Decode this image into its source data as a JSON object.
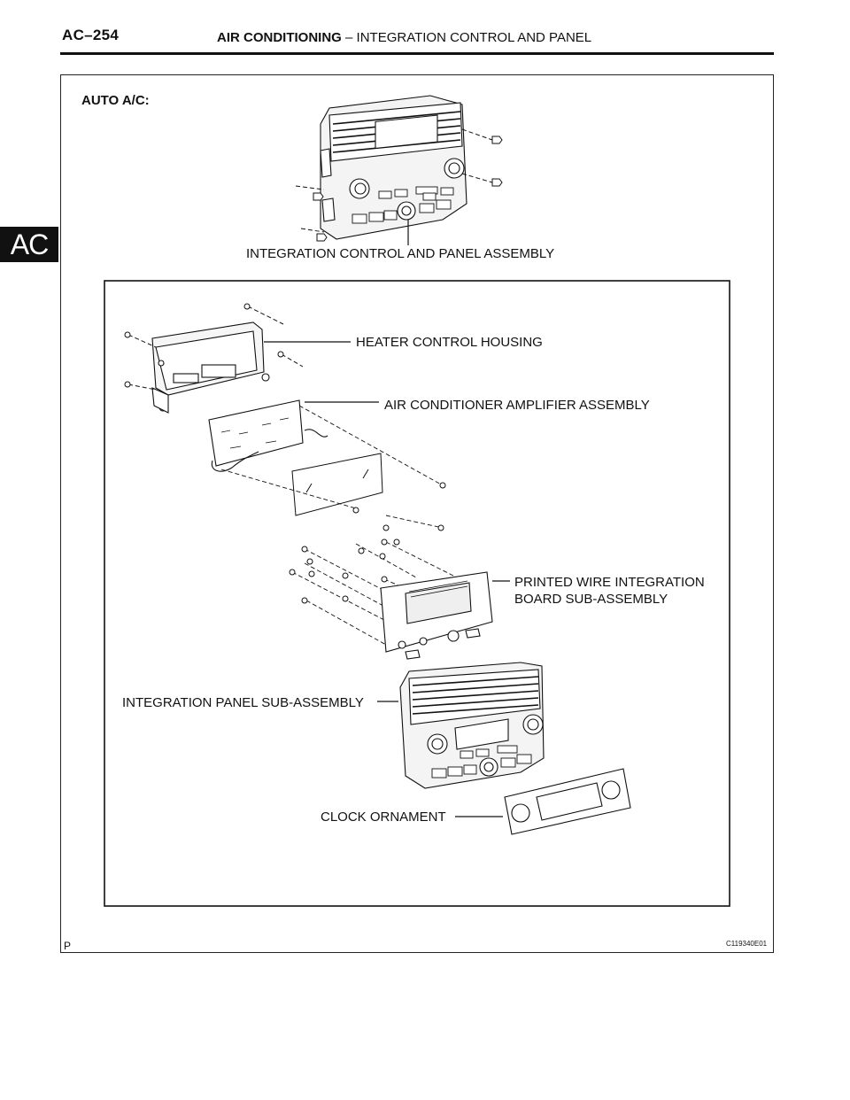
{
  "header": {
    "page_number": "AC–254",
    "section": "AIR CONDITIONING",
    "separator": "–",
    "subsection": "INTEGRATION CONTROL AND PANEL"
  },
  "side_tab": {
    "label": "AC"
  },
  "figure": {
    "section_label": "AUTO A/C:",
    "callouts": {
      "assembly": "INTEGRATION CONTROL AND PANEL ASSEMBLY",
      "heater_housing": "HEATER CONTROL HOUSING",
      "amplifier": "AIR CONDITIONER AMPLIFIER ASSEMBLY",
      "printed_wire_line1": "PRINTED WIRE INTEGRATION",
      "printed_wire_line2": "BOARD SUB-ASSEMBLY",
      "panel_sub": "INTEGRATION PANEL SUB-ASSEMBLY",
      "clock_ornament": "CLOCK ORNAMENT"
    },
    "figure_code": "C119340E01",
    "corner_letter": "P"
  }
}
